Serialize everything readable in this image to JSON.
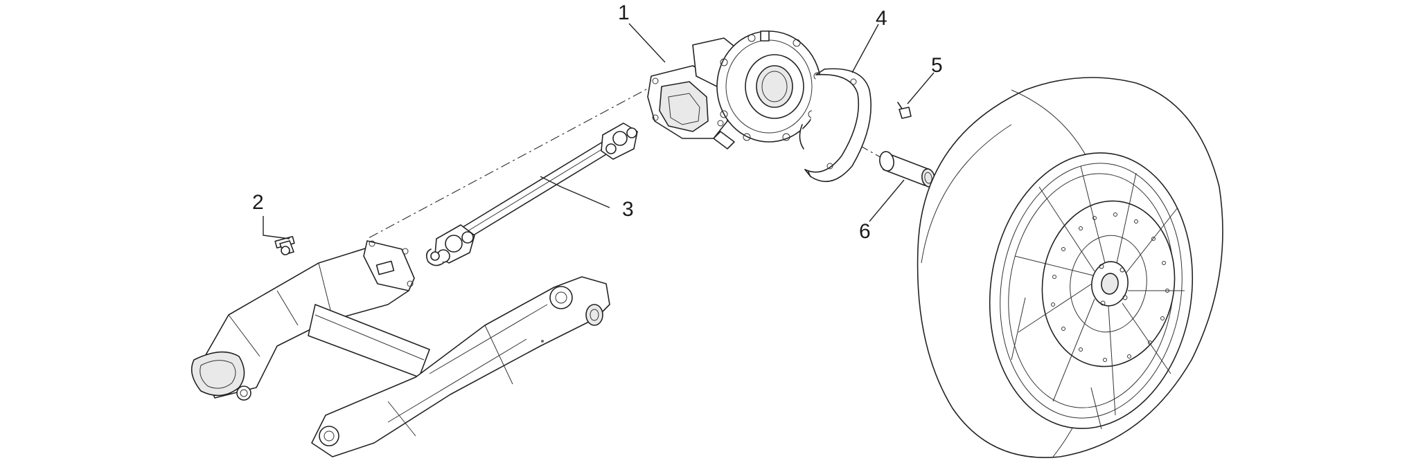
{
  "diagram": {
    "callouts": [
      {
        "id": "1",
        "label": "1"
      },
      {
        "id": "2",
        "label": "2"
      },
      {
        "id": "3",
        "label": "3"
      },
      {
        "id": "4",
        "label": "4"
      },
      {
        "id": "5",
        "label": "5"
      },
      {
        "id": "6",
        "label": "6"
      }
    ],
    "parts": [
      "final-drive-housing",
      "bolt",
      "drive-shaft",
      "protection-ring",
      "screw",
      "bushing",
      "swingarm",
      "rear-wheel"
    ]
  }
}
